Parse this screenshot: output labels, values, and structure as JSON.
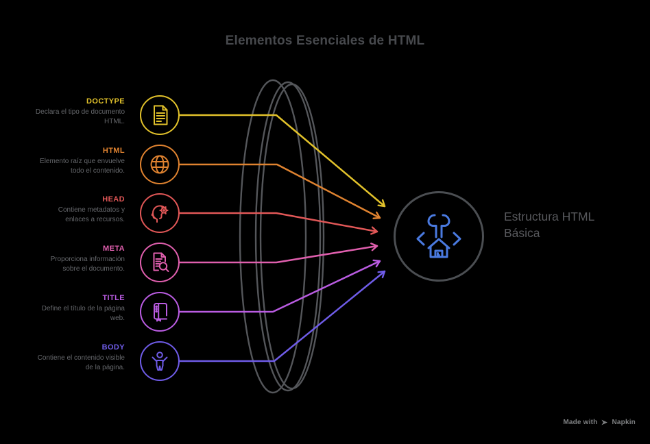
{
  "title": {
    "text": "Elementos Esenciales de HTML",
    "color": "#47494d"
  },
  "items": [
    {
      "label": "DOCTYPE",
      "description_lines": [
        "Declara el tipo de documento",
        "HTML."
      ],
      "color": "#e2c22b",
      "icon": "document-icon"
    },
    {
      "label": "HTML",
      "description_lines": [
        "Elemento raíz que envuelve",
        "todo el contenido."
      ],
      "color": "#e08330",
      "icon": "globe-icon"
    },
    {
      "label": "HEAD",
      "description_lines": [
        "Contiene metadatos y",
        "enlaces a recursos."
      ],
      "color": "#e15757",
      "icon": "head-gear-icon"
    },
    {
      "label": "META",
      "description_lines": [
        "Proporciona información",
        "sobre el documento."
      ],
      "color": "#e05fae",
      "icon": "document-search-icon"
    },
    {
      "label": "TITLE",
      "description_lines": [
        "Define el título de la página",
        "web."
      ],
      "color": "#ba5ce2",
      "icon": "book-icon"
    },
    {
      "label": "BODY",
      "description_lines": [
        "Contiene el contenido visible",
        "de la página."
      ],
      "color": "#6f5ce8",
      "icon": "person-icon"
    }
  ],
  "result": {
    "label": "Estructura HTML Básica",
    "label_color": "#58595d",
    "icon": "code-house-icon",
    "icon_color": "#4a7ae0",
    "circle_color": "#4b4e52"
  },
  "funnel": {
    "color": "#54565a"
  },
  "footer": {
    "prefix": "Made with",
    "brand": "Napkin",
    "color": "#7e8082"
  },
  "description_color": "#66686c",
  "background": "#000000"
}
